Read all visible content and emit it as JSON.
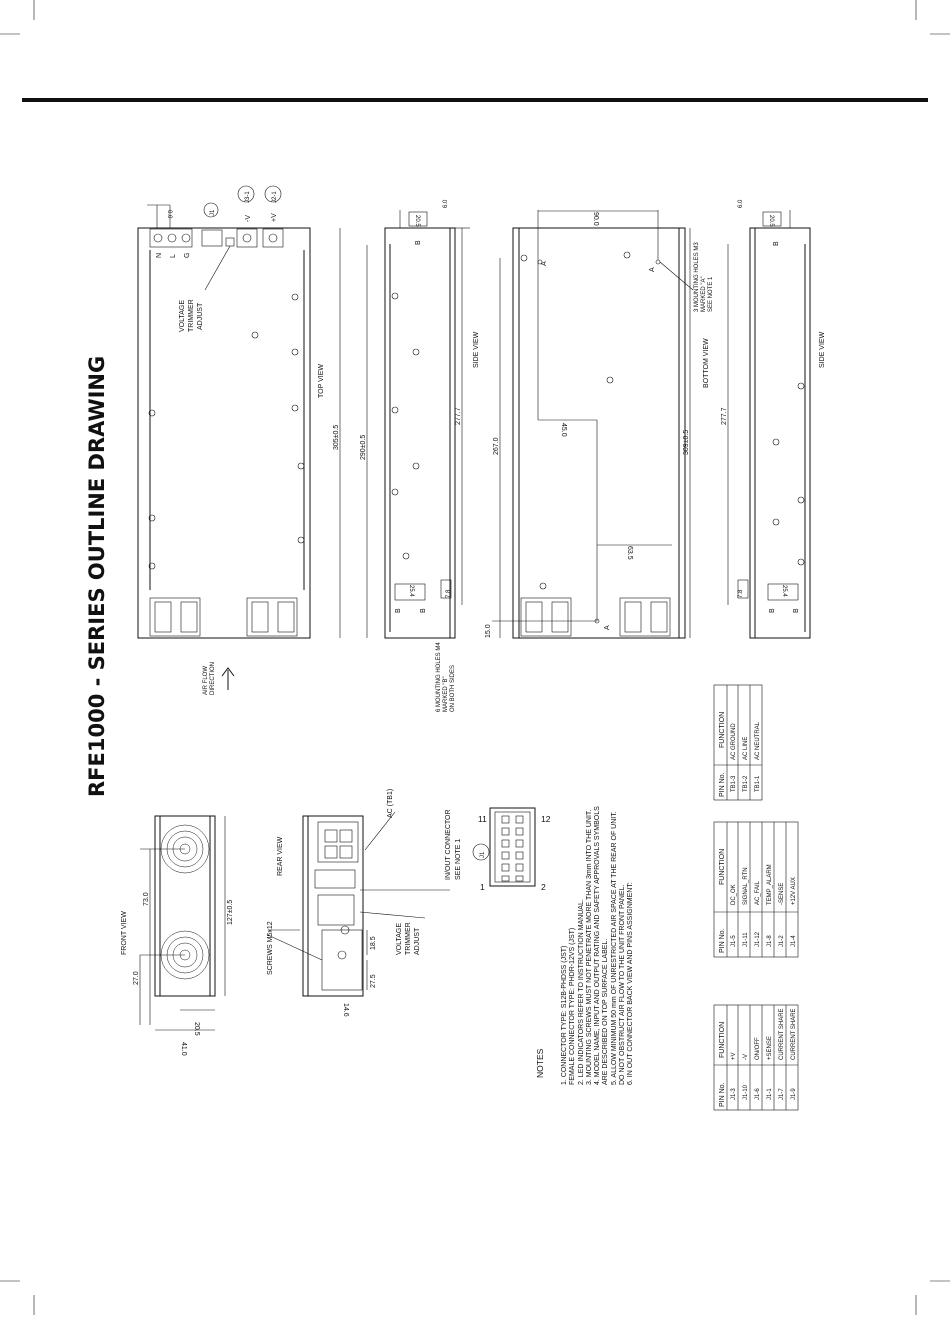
{
  "title": "RFE1000 - SERIES OUTLINE DRAWING",
  "views": {
    "front": "FRONT VIEW",
    "rear": "REAR VIEW",
    "top": "TOP VIEW",
    "side": "SIDE VIEW",
    "bottom": "BOTTOM VIEW",
    "side2": "SIDE VIEW"
  },
  "labels": {
    "voltage_trimmer": [
      "VOLTAGE",
      "TRIMMER",
      "ADJUST"
    ],
    "airflow": [
      "AIR FLOW",
      "DIRECTION"
    ],
    "screws": "SCREWS M5x12",
    "ac_tb1": "AC (TB1)",
    "inout_connector": [
      "IN/OUT CONNECTOR",
      "SEE NOTE 1"
    ],
    "j1": "J1",
    "j3_1": "J3-1",
    "j2_1": "J2-1",
    "minus_v": "-V",
    "plus_v": "+V",
    "n": "N",
    "l": "L",
    "g": "G",
    "a": "A",
    "b": "B",
    "side_holes": [
      "6 MOUNTING HOLES M4",
      "MARKED \"B\"",
      "ON BOTH SIDES"
    ],
    "bottom_holes": [
      "3 MOUNTING HOLES M3",
      "MARKED \"A\"",
      "SEE NOTE 1"
    ],
    "conn_pin_1": "1",
    "conn_pin_2": "2",
    "conn_pin_11": "11",
    "conn_pin_12": "12"
  },
  "dimensions": {
    "front_width": "127±0.5",
    "front_73": "73.0",
    "front_27": "27.0",
    "front_20_5": "20.5",
    "front_41": "41.0",
    "rear_18_5": "18.5",
    "rear_27_5": "27.5",
    "rear_14_6": "14.6",
    "top_305": "305±0.5",
    "top_290": "290±0.5",
    "side_277_7": "277.7",
    "side_20_5": "20.5",
    "side_6_0": "6.0",
    "side_25_4": "25.4",
    "side_7_8": "7.8",
    "bottom_90": "90.0",
    "bottom_45": "45.0",
    "bottom_267": "267.0",
    "bottom_63_5": "63.5",
    "bottom_15": "15.0",
    "bottom_309": "309±0.5",
    "side2_277_7": "277.7",
    "side2_20_5": "20.5",
    "side2_6_0": "6.0",
    "side2_25_4": "25.4",
    "side2_7_8": "7.8"
  },
  "notes": {
    "heading": "NOTES",
    "lines": [
      "1. CONNECTOR TYPE: S12B-PHDSS (JST)",
      "    FEMALE CONNECTOR TYPE: PHDR-12VS (JST)",
      "2. LED INDICATORS REFER TO INSTRUCTION MANUAL.",
      "3. MOUNTING SCREWS MUST NOT PENETRATE MORE THAN 3mm INTO THE UNIT.",
      "4. MODEL NAME, INPUT AND OUTPUT RATING AND SAFETY APPROVALS SYMBOLS",
      "    ARE DESCRIBED ON TOP SURFACE LABEL.",
      "5. ALLOW MINIMUM 50 mm OF UNRESTRICTED AIR SPACE AT THE REAR OF UNIT.",
      "    DO NOT OBSTRUCT AIR FLOW TO THE UNIT FRONT PANEL.",
      "6. IN OUT CONNECTOR BACK VIEW AND PINS ASSIGNMENT:"
    ]
  },
  "tables": [
    {
      "headers": [
        "PIN No.",
        "FUNCTION"
      ],
      "rows": [
        [
          "J1-3",
          "+V"
        ],
        [
          "J1-10",
          "-V"
        ],
        [
          "J1-6",
          "ON/OFF"
        ],
        [
          "J1-1",
          "+SENSE"
        ],
        [
          "J1-7",
          "CURRENT SHARE"
        ],
        [
          "J1-9",
          "CURRENT SHARE"
        ]
      ]
    },
    {
      "headers": [
        "PIN No.",
        "FUNCTION"
      ],
      "rows": [
        [
          "J1-5",
          "DC_OK"
        ],
        [
          "J1-11",
          "SIGNAL_RTN"
        ],
        [
          "J1-12",
          "AC_FAIL"
        ],
        [
          "J1-8",
          "TEMP_ALARM"
        ],
        [
          "J1-2",
          "-SENSE"
        ],
        [
          "J1-4",
          "+12V AUX"
        ]
      ]
    },
    {
      "headers": [
        "PIN No.",
        "FUNCTION"
      ],
      "rows": [
        [
          "TB1-3",
          "AC GROUND"
        ],
        [
          "TB1-2",
          "AC LINE"
        ],
        [
          "TB1-1",
          "AC NEUTRAL"
        ]
      ]
    }
  ]
}
